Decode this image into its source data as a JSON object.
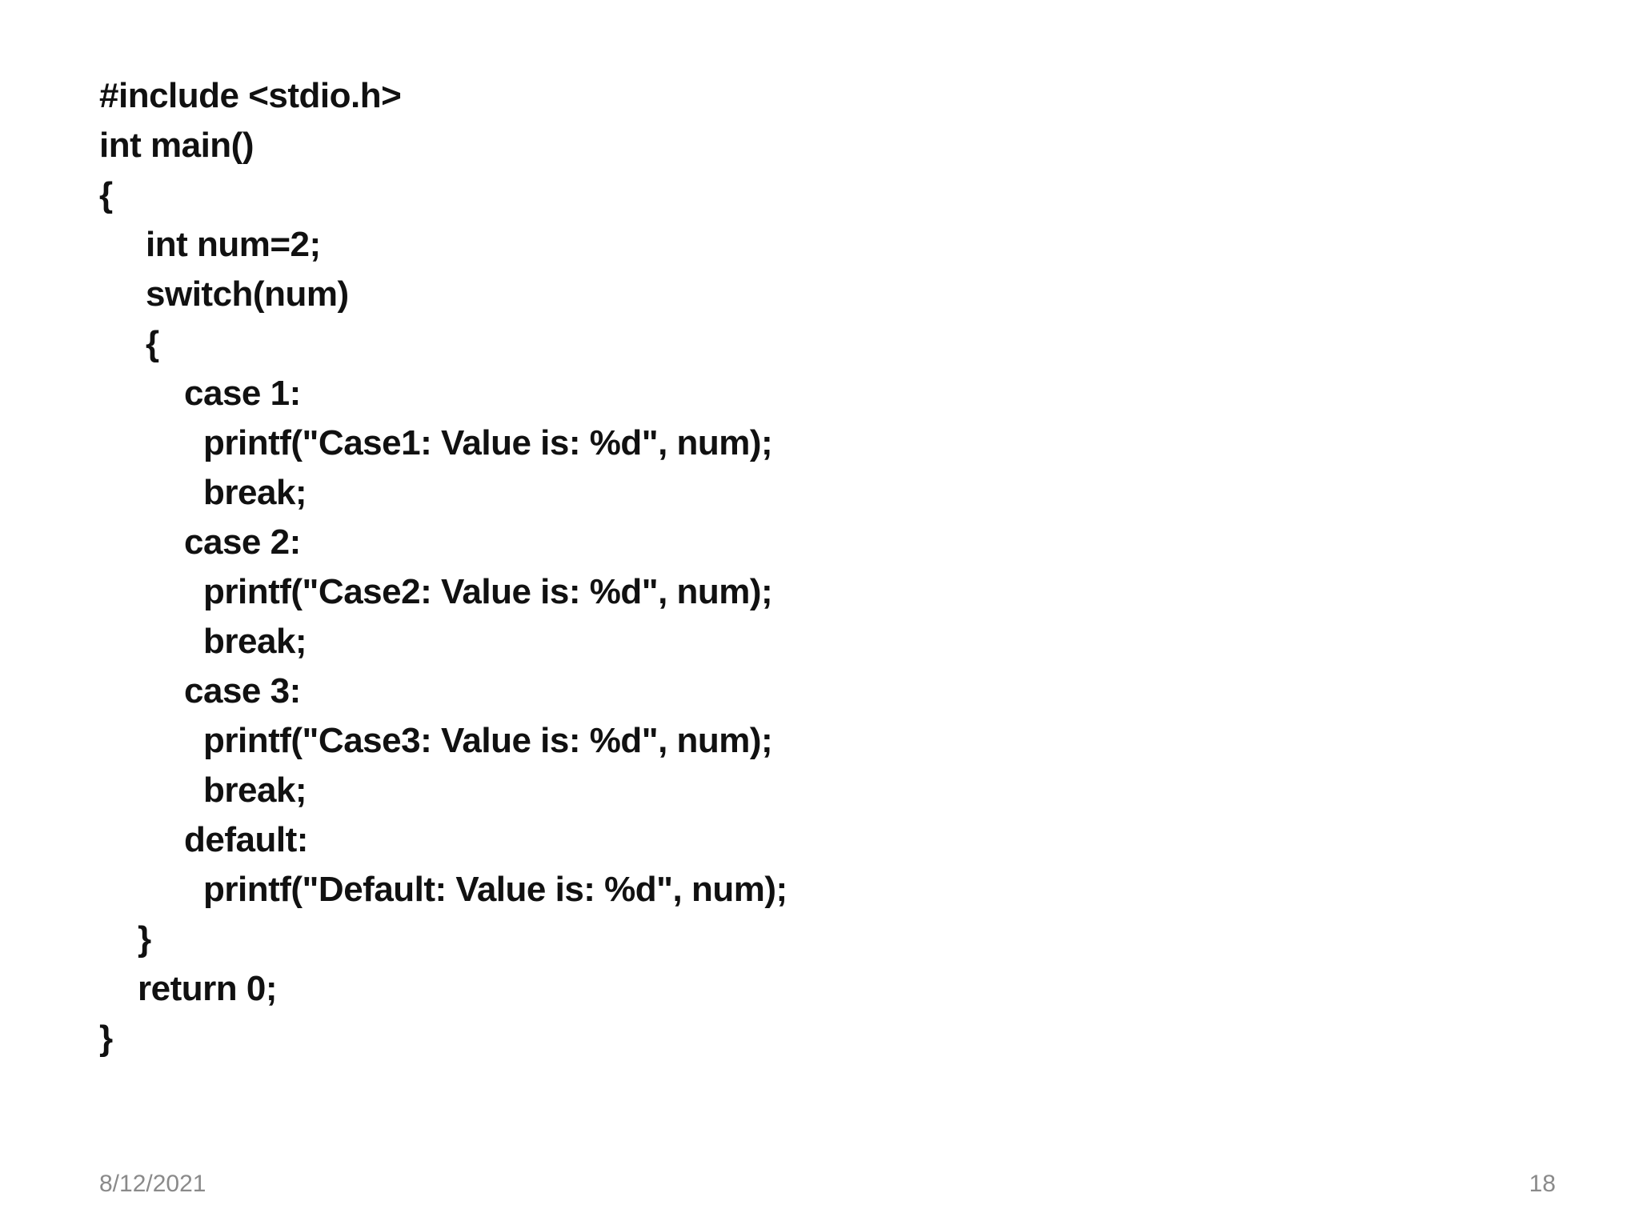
{
  "code": {
    "lines": [
      {
        "text": "#include <stdio.h>",
        "indent": 0
      },
      {
        "text": "int main()",
        "indent": 0
      },
      {
        "text": "{",
        "indent": 0
      },
      {
        "text": "int num=2;",
        "indent": 1
      },
      {
        "text": "switch(num)",
        "indent": 1
      },
      {
        "text": "{",
        "indent": 1
      },
      {
        "text": "case 1:",
        "indent": 2
      },
      {
        "text": "printf(\"Case1: Value is: %d\", num);",
        "indent": 3
      },
      {
        "text": "break;",
        "indent": 3
      },
      {
        "text": "case 2:",
        "indent": 2
      },
      {
        "text": "printf(\"Case2: Value is: %d\", num);",
        "indent": 3
      },
      {
        "text": "break;",
        "indent": 3
      },
      {
        "text": "case 3:",
        "indent": 2
      },
      {
        "text": "printf(\"Case3: Value is: %d\", num);",
        "indent": 3
      },
      {
        "text": "break;",
        "indent": 3
      },
      {
        "text": "default:",
        "indent": 2
      },
      {
        "text": "printf(\"Default: Value is: %d\", num);",
        "indent": 3
      },
      {
        "text": "}",
        "indent": 1
      },
      {
        "text": "return 0;",
        "indent": 1
      },
      {
        "text": "}",
        "indent": 0
      }
    ]
  },
  "footer": {
    "date": "8/12/2021",
    "page_number": "18"
  },
  "colors": {
    "code_text": "#111111",
    "footer_text": "#8a8a8a",
    "background": "#ffffff"
  }
}
